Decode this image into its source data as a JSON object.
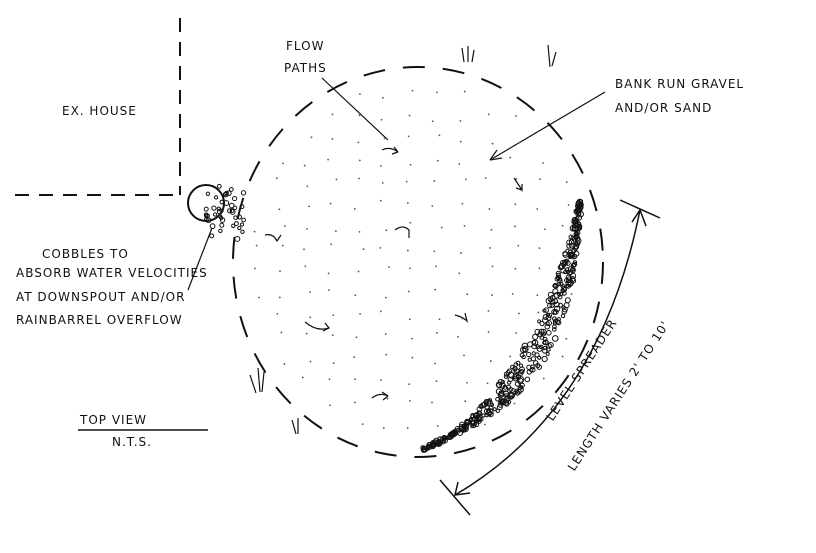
{
  "house_label": "EX. HOUSE",
  "flow_paths": [
    "FLOW",
    "PATHS"
  ],
  "gravel_label": [
    "BANK RUN GRAVEL",
    "AND/OR SAND"
  ],
  "cobbles_label": [
    "COBBLES TO",
    "ABSORB WATER VELOCITIES",
    "AT DOWNSPOUT AND/OR",
    "RAINBARREL OVERFLOW"
  ],
  "title": "TOP VIEW",
  "subtitle": "N.T.S.",
  "spreader_label": "LEVEL SPREADER",
  "length_label": "LENGTH VARIES 2' TO 10'"
}
